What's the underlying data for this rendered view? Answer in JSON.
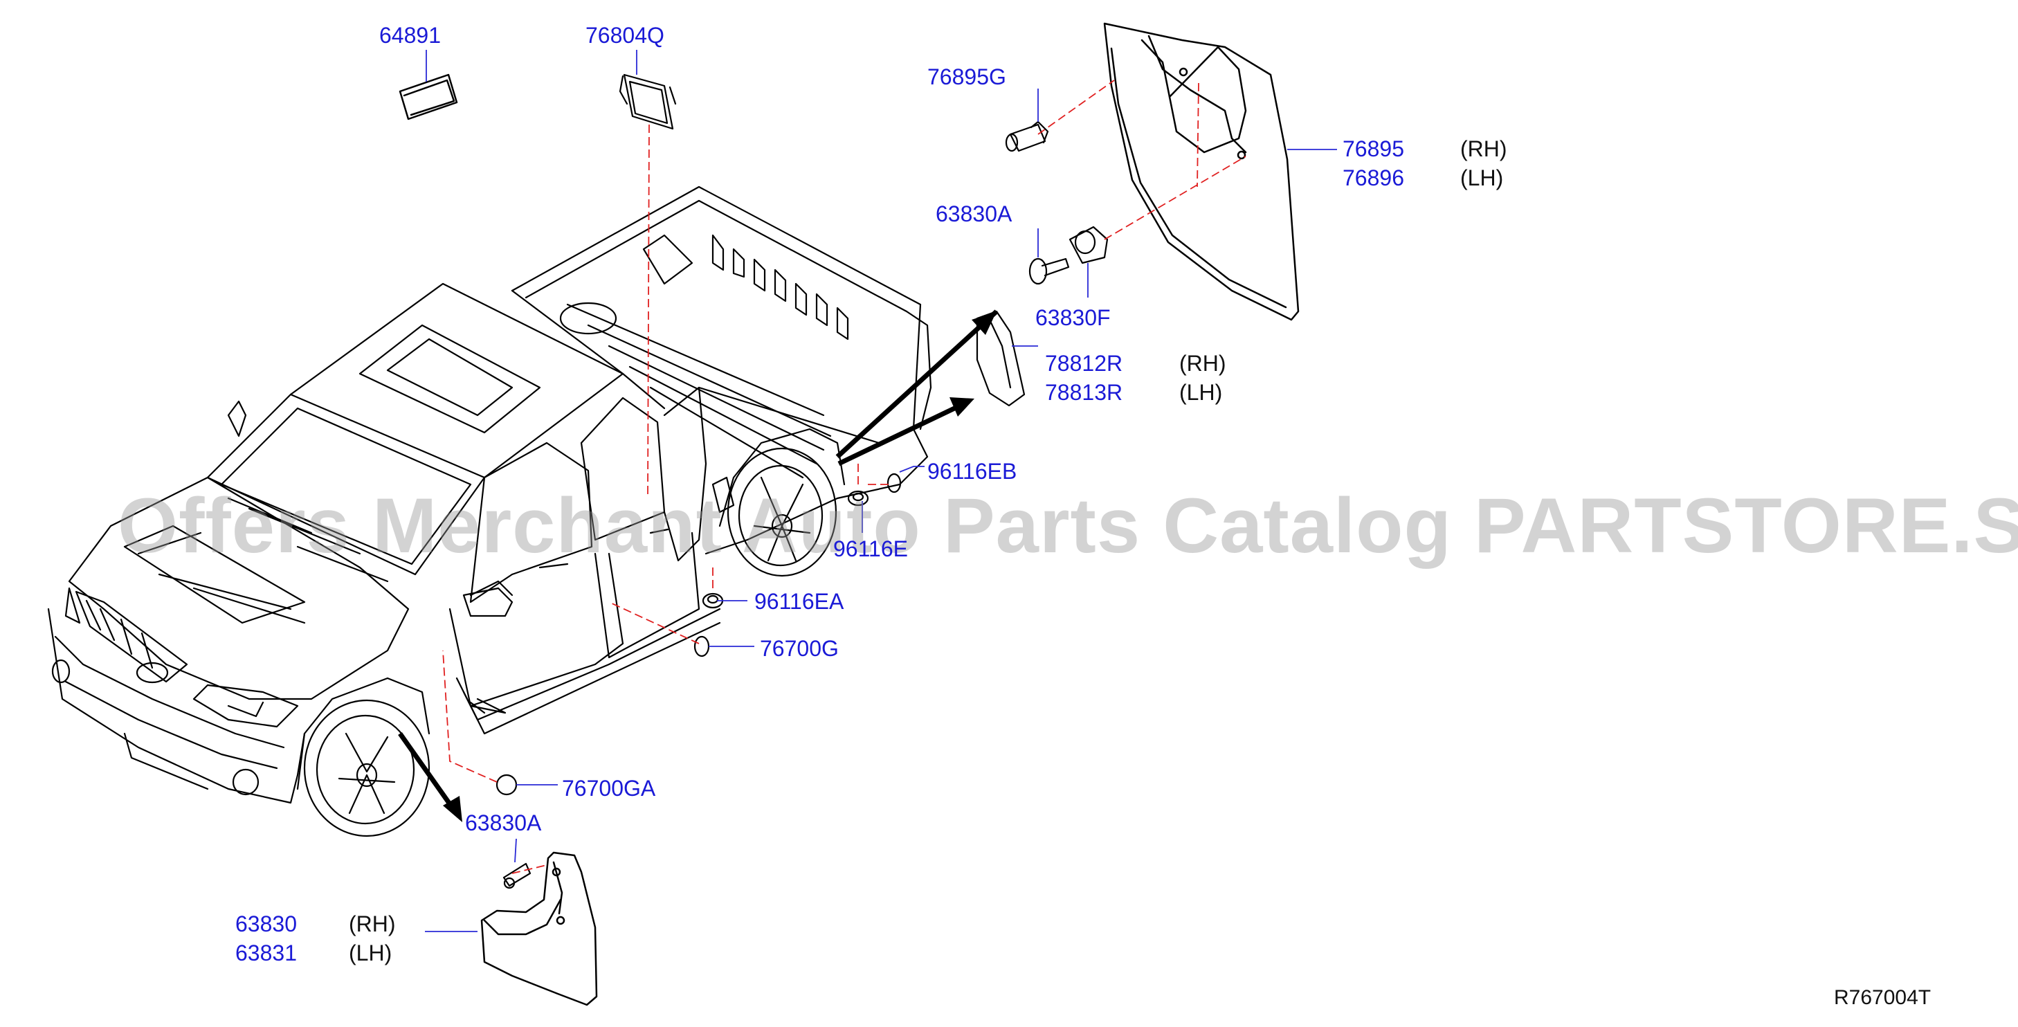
{
  "diagram": {
    "watermark": "Offers Merchant Auto Parts Catalog PARTSTORE.SA",
    "reference_code": "R767004T",
    "callouts": [
      {
        "id": "p64891",
        "part": "64891"
      },
      {
        "id": "p76804q",
        "part": "76804Q"
      },
      {
        "id": "p76895g",
        "part": "76895G"
      },
      {
        "id": "p76895",
        "part": "76895",
        "side": "(RH)"
      },
      {
        "id": "p76896",
        "part": "76896",
        "side": "(LH)"
      },
      {
        "id": "p63830a_top",
        "part": "63830A"
      },
      {
        "id": "p63830f",
        "part": "63830F"
      },
      {
        "id": "p78812r",
        "part": "78812R",
        "side": "(RH)"
      },
      {
        "id": "p78813r",
        "part": "78813R",
        "side": "(LH)"
      },
      {
        "id": "p96116eb",
        "part": "96116EB"
      },
      {
        "id": "p96116e",
        "part": "96116E"
      },
      {
        "id": "p96116ea",
        "part": "96116EA"
      },
      {
        "id": "p76700g",
        "part": "76700G"
      },
      {
        "id": "p76700ga",
        "part": "76700GA"
      },
      {
        "id": "p63830a_bottom",
        "part": "63830A"
      },
      {
        "id": "p63830",
        "part": "63830",
        "side": "(RH)"
      },
      {
        "id": "p63831",
        "part": "63831",
        "side": "(LH)"
      }
    ]
  },
  "colors": {
    "label": "#1a1ad6",
    "line": "#000000",
    "leader_dash": "#e02020"
  }
}
